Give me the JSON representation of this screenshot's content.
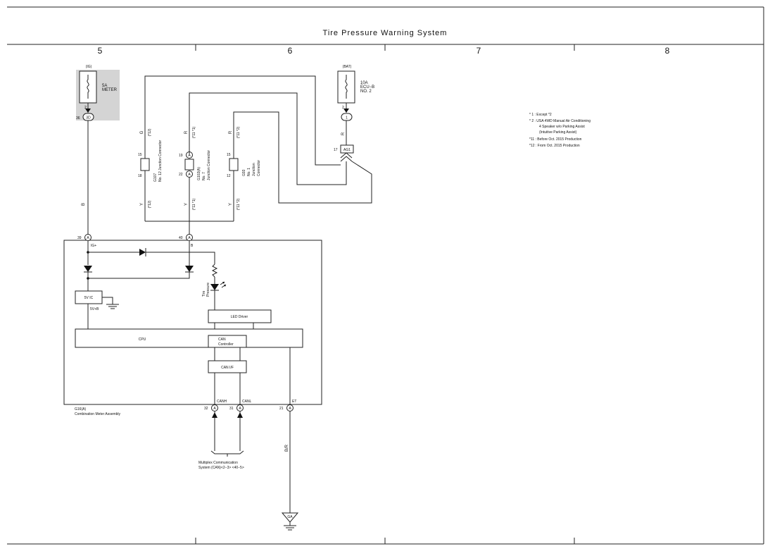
{
  "title": "Tire Pressure Warning System",
  "columns": [
    "5",
    "6",
    "7",
    "8"
  ],
  "notes": [
    "* 1 : Except *2",
    "* 2 : USA 4WD Manual Air Conditioning",
    "4 Speaker w/o Parking Assist",
    "(Intuitive Parking Assist)",
    "*11 : Before Oct.  2015 Production",
    "*12 : From Oct.  2015 Production"
  ],
  "power_ig": {
    "source": "(IG)",
    "fuse_amp": "5A",
    "fuse_name": "METER",
    "pin_top": "2",
    "pin_num": "36",
    "connector": "3D"
  },
  "power_bat": {
    "source": "(BAT)",
    "fuse_amp": "10A",
    "fuse_name": "ECU−B",
    "fuse_no": "NO. 2",
    "pin_top": "2",
    "connector": "1",
    "wire_color": "R",
    "ag_pin": "17",
    "ag_label": "AG1"
  },
  "wire_colors": {
    "b": "B",
    "g": "G",
    "r": "R",
    "y": "Y",
    "br": "B/R"
  },
  "variants": {
    "v12": "(*12)",
    "v11_1": "(*11 *1)",
    "v11_2": "(*11 *2)",
    "v11": "(*11 *1)"
  },
  "junctions": [
    {
      "pin_top": "15",
      "pin_bot": "18",
      "id": "G107",
      "name": "No. 12 Junction Connector"
    },
    {
      "pin_top": "19",
      "pin_bot": "22",
      "conn": "A",
      "id": "G102(A)",
      "name1": "No. 7",
      "name2": "Junction Connector"
    },
    {
      "pin_top": "15",
      "pin_bot": "12",
      "id": "G93",
      "name1": "No. 1",
      "name2": "Junction",
      "name3": "Connector"
    }
  ],
  "meter": {
    "pins": [
      {
        "num": "39",
        "conn": "A",
        "label": "IG+"
      },
      {
        "num": "40",
        "conn": "A",
        "label": "B"
      },
      {
        "num": "32",
        "conn": "A",
        "label": "CANH"
      },
      {
        "num": "31",
        "conn": "A",
        "label": "CANL"
      },
      {
        "num": "21",
        "conn": "A",
        "label": "ET"
      }
    ],
    "ic5v": "5V IC",
    "v5b": "5V+B",
    "led_label1": "Tire",
    "led_label2": "Pressure",
    "led_driver": "LED Driver",
    "cpu": "CPU",
    "can_controller1": "CAN",
    "can_controller2": "Controller",
    "can_if": "CAN I/F",
    "ref": "G16(A)",
    "name": "Combination Meter Assembly"
  },
  "multiplex": {
    "line1": "Multiplex Communication",
    "line2": "System (CAN)<2−3> <40−5>"
  },
  "ground": "GA"
}
